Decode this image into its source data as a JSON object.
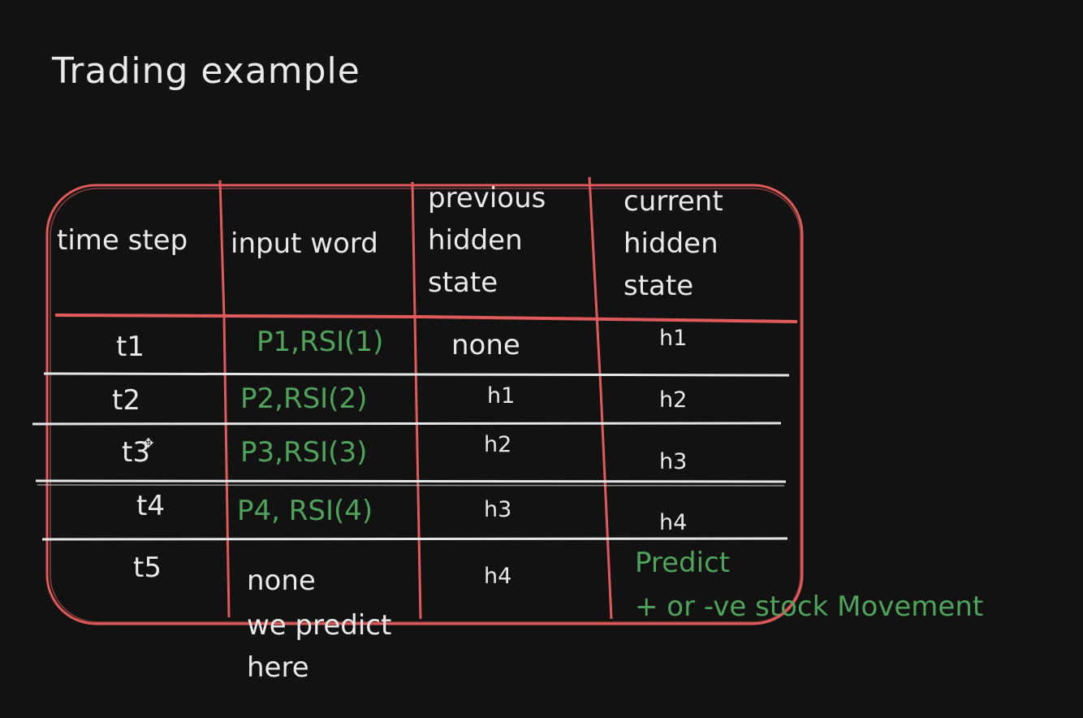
{
  "title": "Trading example",
  "headers": {
    "time_step": "time step",
    "input_word": "input word",
    "previous_hidden_state": "previous\nhidden\nstate",
    "current_hidden_state": "current\nhidden\nstate"
  },
  "rows": [
    {
      "time_step": "t1",
      "input_word": "P1,RSI(1)",
      "previous": "none",
      "current": "h1"
    },
    {
      "time_step": "t2",
      "input_word": "P2,RSI(2)",
      "previous": "h1",
      "current": "h2"
    },
    {
      "time_step": "t3",
      "input_word": "P3,RSI(3)",
      "previous": "h2",
      "current": "h3"
    },
    {
      "time_step": "t4",
      "input_word": "P4, RSI(4)",
      "previous": "h3",
      "current": "h4"
    },
    {
      "time_step": "t5",
      "input_word": "none",
      "previous": "h4",
      "current": "Predict"
    }
  ],
  "annotations": {
    "we_predict_here": "we predict\nhere",
    "stock_movement": "+ or -ve stock Movement"
  },
  "colors": {
    "background": "#121212",
    "table_border": "#e05a5a",
    "row_divider": "#e6e6e6",
    "green_text": "#4fa35a",
    "white_text": "#e9e9e9"
  }
}
